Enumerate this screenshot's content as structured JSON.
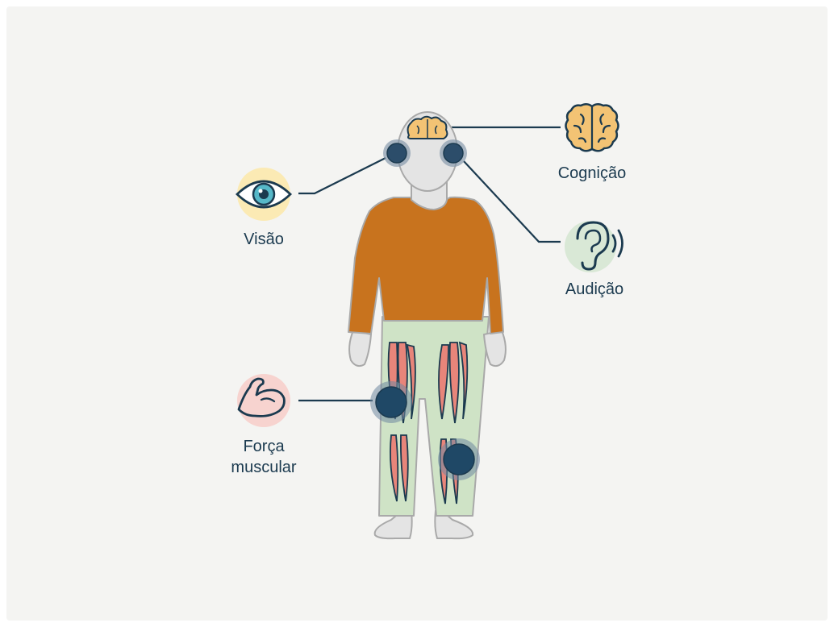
{
  "labels": {
    "vision": "Visão",
    "cognition": "Cognição",
    "hearing": "Audição",
    "strength_line1": "Força",
    "strength_line2": "muscular"
  },
  "colors": {
    "ink": "#1b3a4f",
    "sweater": "#c8731e",
    "pants": "#cfe3c6",
    "skin": "#e2e2e2",
    "muscle": "#e8857a",
    "marker": "#1f4866",
    "brain": "#f3c374",
    "vision_bg": "#fbeab4",
    "hearing_bg": "#d9e8d6",
    "strength_bg": "#f7d3cf",
    "eye_iris": "#56b8c8"
  },
  "icons": [
    "eye-icon",
    "brain-icon",
    "ear-icon",
    "flexed-arm-icon"
  ]
}
